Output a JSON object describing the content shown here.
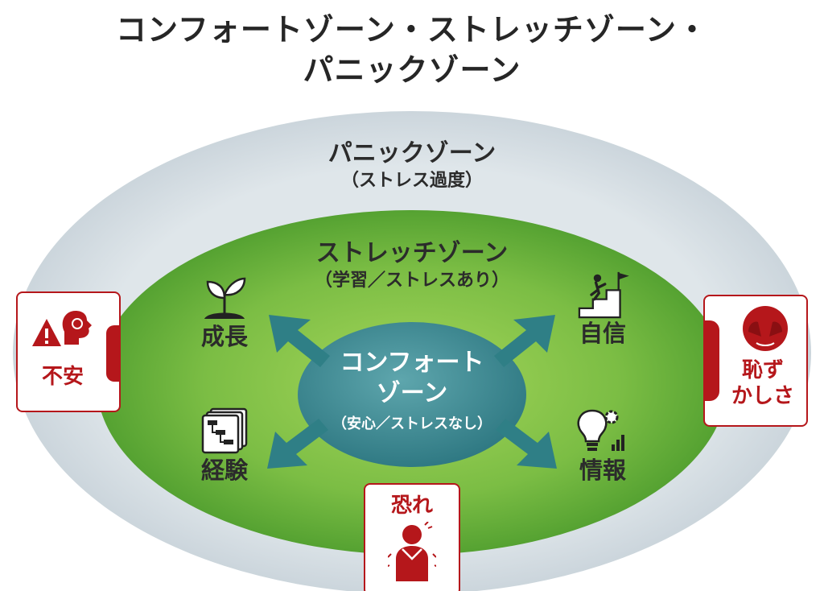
{
  "title": {
    "line1": "コンフォートゾーン・ストレッチゾーン・",
    "line2": "パニックゾーン"
  },
  "panic_zone": {
    "title": "パニックゾーン",
    "subtitle": "（ストレス過度）"
  },
  "stretch_zone": {
    "title": "ストレッチゾーン",
    "subtitle": "（学習／ストレスあり）"
  },
  "comfort_zone": {
    "title_line1": "コンフォート",
    "title_line2": "ゾーン",
    "subtitle": "（安心／ストレスなし）"
  },
  "benefits": {
    "growth": "成長",
    "confidence": "自信",
    "experience": "経験",
    "information": "情報"
  },
  "risks": {
    "anxiety": "不安",
    "shame_line1": "恥ず",
    "shame_line2": "かしさ",
    "fear": "恐れ"
  },
  "colors": {
    "panic_fill": "#d3dce2",
    "stretch_fill": "#6cb33e",
    "comfort_fill": "#3d8b93",
    "arrow_fill": "#2f7f86",
    "risk_red": "#b5171b",
    "text_dark": "#2b2b2b"
  },
  "icons": {
    "growth": "sprout-icon",
    "confidence": "climbing-stairs-flag-icon",
    "experience": "stacked-documents-icon",
    "information": "lightbulb-gear-icon",
    "anxiety": "warning-head-icon",
    "shame": "face-covering-hands-icon",
    "fear": "frightened-person-icon"
  }
}
